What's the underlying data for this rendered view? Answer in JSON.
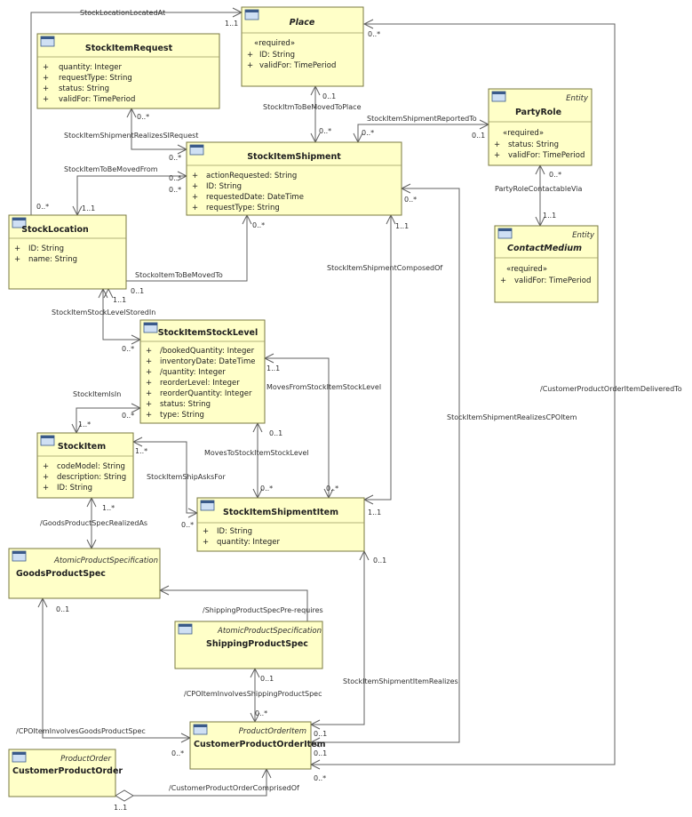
{
  "classes": {
    "place": {
      "title": "Place",
      "stereo_top": "",
      "constraint": "«required»",
      "attrs": [
        "ID: String",
        "validFor: TimePeriod"
      ]
    },
    "stockitemrequest": {
      "title": "StockItemRequest",
      "attrs": [
        "quantity: Integer",
        "requestType: String",
        "status: String",
        "validFor: TimePeriod"
      ]
    },
    "partyrole": {
      "stereo": "Entity",
      "title": "PartyRole",
      "constraint": "«required»",
      "attrs": [
        "status: String",
        "validFor: TimePeriod"
      ]
    },
    "stockitemshipment": {
      "title": "StockItemShipment",
      "attrs": [
        "actionRequested: String",
        "ID: String",
        "requestedDate: DateTime",
        "requestType: String"
      ]
    },
    "stocklocation": {
      "title": "StockLocation",
      "attrs": [
        "ID: String",
        "name: String"
      ]
    },
    "contactmedium": {
      "stereo": "Entity",
      "title": "ContactMedium",
      "constraint": "«required»",
      "attrs": [
        "validFor: TimePeriod"
      ]
    },
    "stockitemstocklevel": {
      "title": "StockItemStockLevel",
      "attrs": [
        "/bookedQuantity: Integer",
        "inventoryDate: DateTime",
        "/quantity: Integer",
        "reorderLevel: Integer",
        "reorderQuantity: Integer",
        "status: String",
        "type: String"
      ]
    },
    "stockitem": {
      "title": "StockItem",
      "attrs": [
        "codeModel: String",
        "description: String",
        "ID: String"
      ]
    },
    "stockitemshipmentitem": {
      "title": "StockItemShipmentItem",
      "attrs": [
        "ID: String",
        "quantity: Integer"
      ]
    },
    "goodsproductspec": {
      "stereo": "AtomicProductSpecification",
      "title": "GoodsProductSpec"
    },
    "shippingproductspec": {
      "stereo": "AtomicProductSpecification",
      "title": "ShippingProductSpec"
    },
    "customerproductorderitem": {
      "stereo": "ProductOrderItem",
      "title": "CustomerProductOrderItem"
    },
    "customerproductorder": {
      "stereo": "ProductOrder",
      "title": "CustomerProductOrder"
    }
  },
  "plus": "+",
  "labels": {
    "l1": "StockLocationLocatedAt",
    "l2": "StockItmToBeMovedToPlace",
    "l3": "StockItemShipmentReportedTo",
    "l4": "StockItemShipmentRealizesSIRequest",
    "l5": "StockItemToBeMovedFrom",
    "l6": "PartyRoleContactableVia",
    "l7": "StockItemShipmentComposedOf",
    "l8": "StockoItemToBeMovedTo",
    "l9": "StockItemStockLevelStoredIn",
    "l10": "MovesFromStockItemStockLevel",
    "l11": "StockItemIsIn",
    "l12": "MovesToStockItemStockLevel",
    "l13": "StockItemShipAsksFor",
    "l14": "StockItemShipmentRealizesCPOItem",
    "l15": "/CustomerProductOrderItemDeliveredTo",
    "l16": "/GoodsProductSpecRealizedAs",
    "l17": "/ShippingProductSpecPre-requires",
    "l18": "/CPOItemInvolvesShippingProductSpec",
    "l19": "StockItemShipmentItemRealizes",
    "l20": "/CPOItemInvolvesGoodsProductSpec",
    "l21": "/CustomerProductOrderComprisedOf"
  },
  "mults": {
    "m1": "1..1",
    "m2": "0..*",
    "m3": "0..1",
    "m4": "0..*",
    "m5": "0..*",
    "m6": "0..1",
    "m7": "0..*",
    "m8": "0..*",
    "m9": "0..*",
    "m10": "1..1",
    "m11": "0..*",
    "m12": "0..*",
    "m13": "0..*",
    "m14": "1..1",
    "m15": "0..*",
    "m16": "0..1",
    "m17": "1..1",
    "m18": "0..*",
    "m19": "1..1",
    "m20": "1..1",
    "m21": "0..*",
    "m22": "0..1",
    "m23": "1..1",
    "m24": "0..*",
    "m25": "0..*",
    "m26": "1..*",
    "m27": "0..*",
    "m28": "0..*",
    "m29": "1..*",
    "m30": "0..1",
    "m31": "0..1",
    "m32": "1..*",
    "m33": "0..1",
    "m34": "0..*",
    "m35": "0..1",
    "m36": "0..*",
    "m37": "0..1",
    "m38": "0..*",
    "m39": "1..1"
  }
}
